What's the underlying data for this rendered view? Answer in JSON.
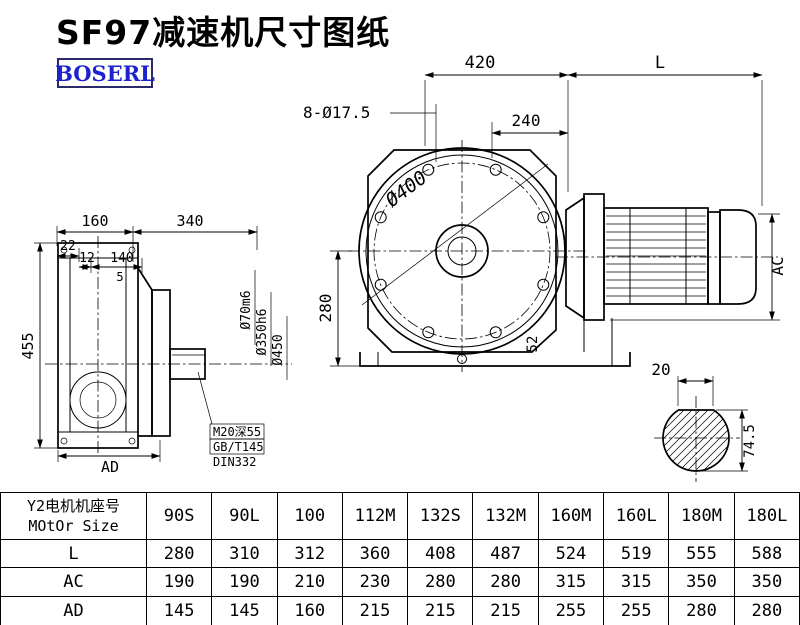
{
  "page": {
    "title": "SF97减速机尺寸图纸",
    "logo": "BOSERL"
  },
  "colors": {
    "logo_text": "#1c22cc",
    "logo_border": "#2a2a6a",
    "line": "#000000"
  },
  "drawing": {
    "dim_420": "420",
    "dim_L": "L",
    "dim_240": "240",
    "holes_note": "8-Ø17.5",
    "dia_400": "Ø400",
    "dim_280": "280",
    "dim_52": "52",
    "dim_AC": "AC",
    "dim_160": "160",
    "dim_340": "340",
    "dim_22": "22",
    "dim_12": "12",
    "dim_140": "140",
    "dim_5": "5",
    "dim_455": "455",
    "dim_AD": "AD",
    "dia_70": "Ø70m6",
    "dia_350": "Ø350h6",
    "dia_450": "Ø450",
    "note_m20": "M20深55",
    "note_gbt": "GB/T145",
    "note_din": "DIN332",
    "dim_20": "20",
    "dim_74_5": "74.5"
  },
  "table": {
    "header_line1": "Y2电机机座号",
    "header_line2": "MOtOr Size",
    "columns": [
      "90S",
      "90L",
      "100",
      "112M",
      "132S",
      "132M",
      "160M",
      "160L",
      "180M",
      "180L"
    ],
    "rows": [
      {
        "label": "L",
        "values": [
          "280",
          "310",
          "312",
          "360",
          "408",
          "487",
          "524",
          "519",
          "555",
          "588"
        ]
      },
      {
        "label": "AC",
        "values": [
          "190",
          "190",
          "210",
          "230",
          "280",
          "280",
          "315",
          "315",
          "350",
          "350"
        ]
      },
      {
        "label": "AD",
        "values": [
          "145",
          "145",
          "160",
          "215",
          "215",
          "215",
          "255",
          "255",
          "280",
          "280"
        ]
      }
    ]
  }
}
